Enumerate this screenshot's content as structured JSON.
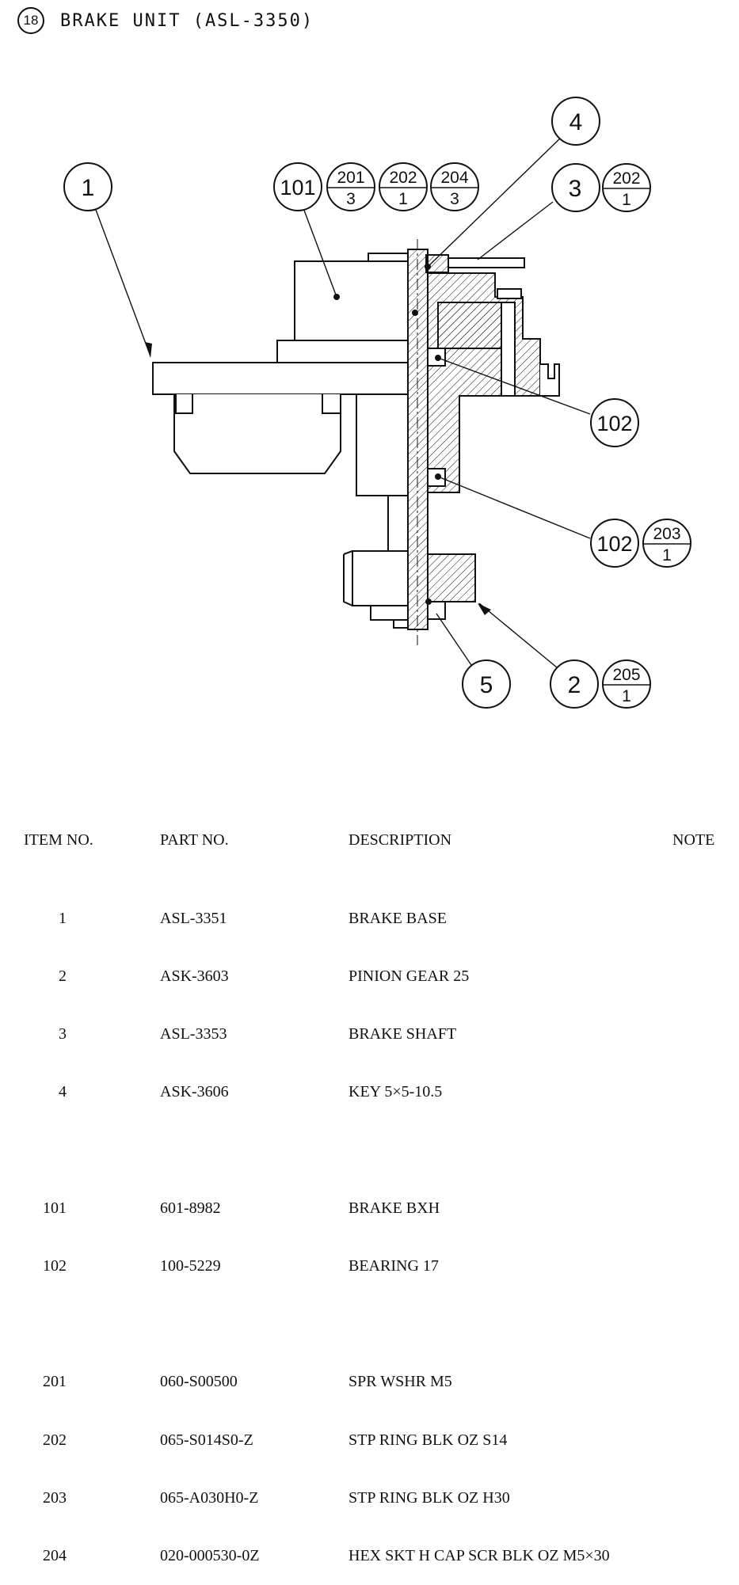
{
  "title": {
    "number": "18",
    "text": "BRAKE UNIT (ASL-3350)"
  },
  "callouts": {
    "c1": "1",
    "c2": "2",
    "c3": "3",
    "c4": "4",
    "c5": "5",
    "c101": "101",
    "c102a": "102",
    "c102b": "102",
    "f201": {
      "top": "201",
      "bottom": "3"
    },
    "f202a": {
      "top": "202",
      "bottom": "1"
    },
    "f204": {
      "top": "204",
      "bottom": "3"
    },
    "f202b": {
      "top": "202",
      "bottom": "1"
    },
    "f203": {
      "top": "203",
      "bottom": "1"
    },
    "f205": {
      "top": "205",
      "bottom": "1"
    }
  },
  "table": {
    "headers": {
      "item": "ITEM NO.",
      "part": "PART NO.",
      "desc": "DESCRIPTION",
      "note": "NOTE"
    },
    "groups": [
      [
        {
          "item": "1",
          "part": "ASL-3351",
          "desc": "BRAKE BASE"
        },
        {
          "item": "2",
          "part": "ASK-3603",
          "desc": "PINION GEAR 25"
        },
        {
          "item": "3",
          "part": "ASL-3353",
          "desc": "BRAKE SHAFT"
        },
        {
          "item": "4",
          "part": "ASK-3606",
          "desc": "KEY 5×5-10.5"
        }
      ],
      [
        {
          "item": "101",
          "part": "601-8982",
          "desc": "BRAKE BXH"
        },
        {
          "item": "102",
          "part": "100-5229",
          "desc": "BEARING 17"
        }
      ],
      [
        {
          "item": "201",
          "part": "060-S00500",
          "desc": "SPR WSHR M5"
        },
        {
          "item": "202",
          "part": "065-S014S0-Z",
          "desc": "STP RING BLK OZ S14"
        },
        {
          "item": "203",
          "part": "065-A030H0-Z",
          "desc": "STP RING BLK OZ H30"
        },
        {
          "item": "204",
          "part": "020-000530-0Z",
          "desc": "HEX SKT H CAP SCR BLK OZ M5×30"
        }
      ]
    ]
  }
}
